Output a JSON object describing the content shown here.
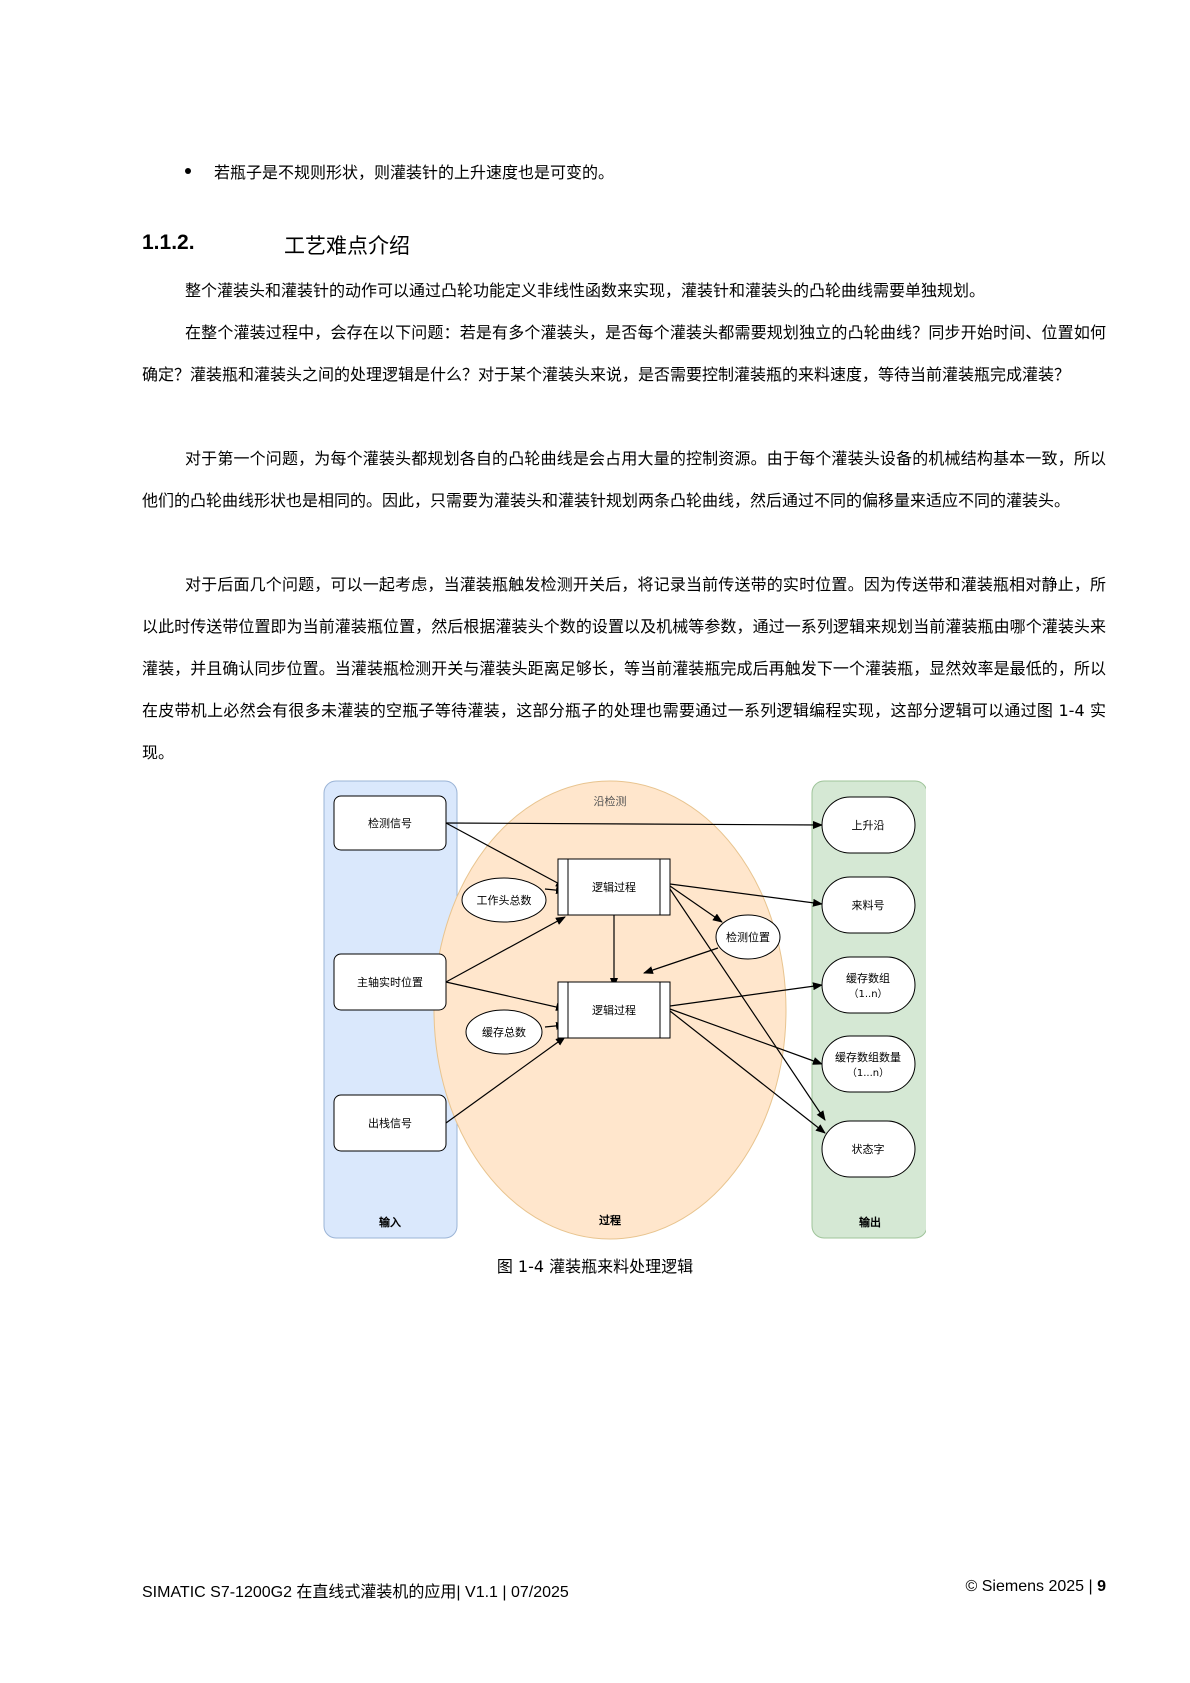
{
  "bullet_text": "若瓶子是不规则形状，则灌装针的上升速度也是可变的。",
  "section": {
    "number": "1.1.2.",
    "title": "工艺难点介绍"
  },
  "paragraphs": [
    "整个灌装头和灌装针的动作可以通过凸轮功能定义非线性函数来实现，灌装针和灌装头的凸轮曲线需要单独规划。",
    "在整个灌装过程中，会存在以下问题：若是有多个灌装头，是否每个灌装头都需要规划独立的凸轮曲线？同步开始时间、位置如何确定？灌装瓶和灌装头之间的处理逻辑是什么？对于某个灌装头来说，是否需要控制灌装瓶的来料速度，等待当前灌装瓶完成灌装？",
    "对于第一个问题，为每个灌装头都规划各自的凸轮曲线是会占用大量的控制资源。由于每个灌装头设备的机械结构基本一致，所以他们的凸轮曲线形状也是相同的。因此，只需要为灌装头和灌装针规划两条凸轮曲线，然后通过不同的偏移量来适应不同的灌装头。",
    "对于后面几个问题，可以一起考虑，当灌装瓶触发检测开关后，将记录当前传送带的实时位置。因为传送带和灌装瓶相对静止，所以此时传送带位置即为当前灌装瓶位置，然后根据灌装头个数的设置以及机械等参数，通过一系列逻辑来规划当前灌装瓶由哪个灌装头来灌装，并且确认同步位置。当灌装瓶检测开关与灌装头距离足够长，等当前灌装瓶完成后再触发下一个灌装瓶，显然效率是最低的，所以在皮带机上必然会有很多未灌装的空瓶子等待灌装，这部分瓶子的处理也需要通过一系列逻辑编程实现，这部分逻辑可以通过图 1-4 实现。"
  ],
  "figure": {
    "edge_detect_label": "沿检测",
    "group_labels": {
      "input": "输入",
      "process": "过程",
      "output": "输出"
    },
    "inputs": [
      "检测信号",
      "主轴实时位置",
      "出栈信号"
    ],
    "process_boxes": [
      "逻辑过程",
      "逻辑过程"
    ],
    "params": [
      "工作头总数",
      "检测位置",
      "缓存总数"
    ],
    "outputs": [
      {
        "line1": "上升沿",
        "line2": ""
      },
      {
        "line1": "来料号",
        "line2": ""
      },
      {
        "line1": "缓存数组",
        "line2": "（1..n）"
      },
      {
        "line1": "缓存数组数量",
        "line2": "（1...n）"
      },
      {
        "line1": "状态字",
        "line2": ""
      }
    ],
    "colors": {
      "input_fill": "#dae8fc",
      "input_stroke": "#9bb4d6",
      "process_fill": "#ffe6cc",
      "process_stroke": "#e8c48f",
      "output_fill": "#d5e8d4",
      "output_stroke": "#9fc49a"
    }
  },
  "caption": "图 1-4 灌装瓶来料处理逻辑",
  "footer": {
    "left": "SIMATIC S7-1200G2 在直线式灌装机的应用| V1.1 | 07/2025",
    "right_prefix": "© Siemens 2025 | ",
    "page": "9"
  }
}
